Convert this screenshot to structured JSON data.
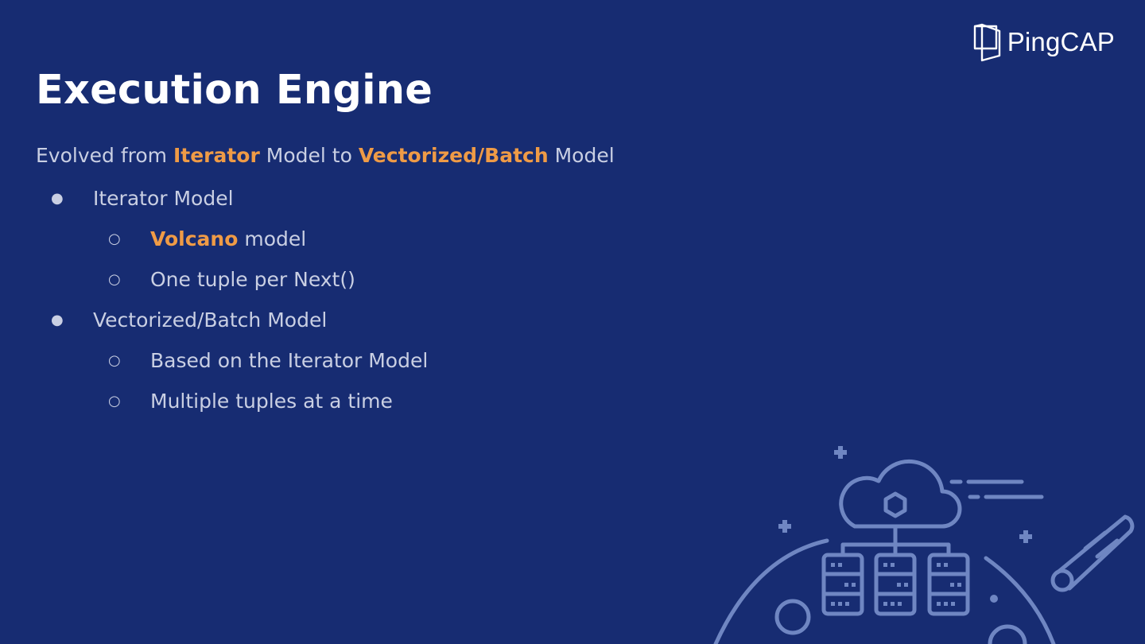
{
  "logo": {
    "text": "PingCAP"
  },
  "title": "Execution Engine",
  "intro": {
    "part1": "Evolved from ",
    "highlight1": "Iterator",
    "part2": " Model to ",
    "highlight2": "Vectorized/Batch",
    "part3": " Model"
  },
  "bullets": {
    "iterator_model": "Iterator Model",
    "volcano_highlight": "Volcano",
    "volcano_rest": " model",
    "one_tuple": "One tuple per Next()",
    "vectorized_model": "Vectorized/Batch Model",
    "based_on": "Based on the Iterator Model",
    "multiple_tuples": "Multiple tuples at a time"
  },
  "markers": {
    "filled": "●",
    "hollow": "○"
  },
  "colors": {
    "background": "#172c72",
    "text": "#c9cfe3",
    "highlight": "#ef9b46",
    "title": "#ffffff",
    "illustration": "#6f86c2"
  },
  "icons": {
    "logo": "pingcap-logo-icon",
    "illustration": "cloud-servers-illustration"
  }
}
